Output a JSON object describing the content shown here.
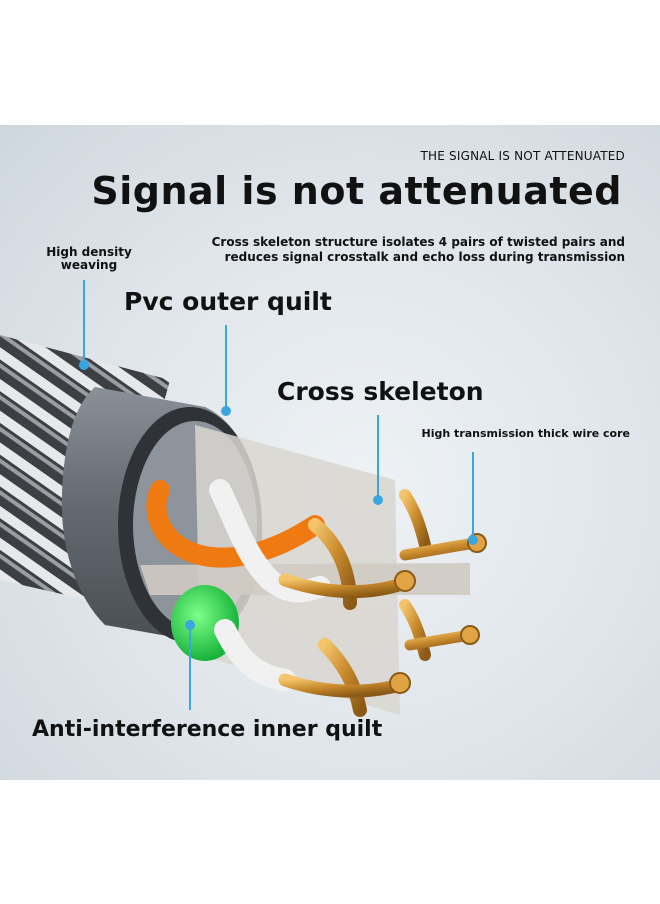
{
  "header": {
    "kicker": "THE SIGNAL IS NOT ATTENUATED",
    "headline": "Signal is not attenuated",
    "description": "Cross skeleton structure isolates 4 pairs of twisted pairs and reduces signal crosstalk and echo loss during transmission"
  },
  "labels": {
    "high_density_weaving": "High density weaving",
    "pvc_outer_quilt": "Pvc outer quilt",
    "cross_skeleton": "Cross skeleton",
    "high_transmission_core": "High transmission thick wire core",
    "anti_interference_inner_quilt": "Anti-interference inner quilt"
  },
  "colors": {
    "leader_line": "#3aa6e0",
    "jacket": "#6d737a",
    "copper": "#c8892c",
    "orange_wire": "#f07a12",
    "green_wire": "#30d84a",
    "white_wire": "#f2f2f2"
  }
}
